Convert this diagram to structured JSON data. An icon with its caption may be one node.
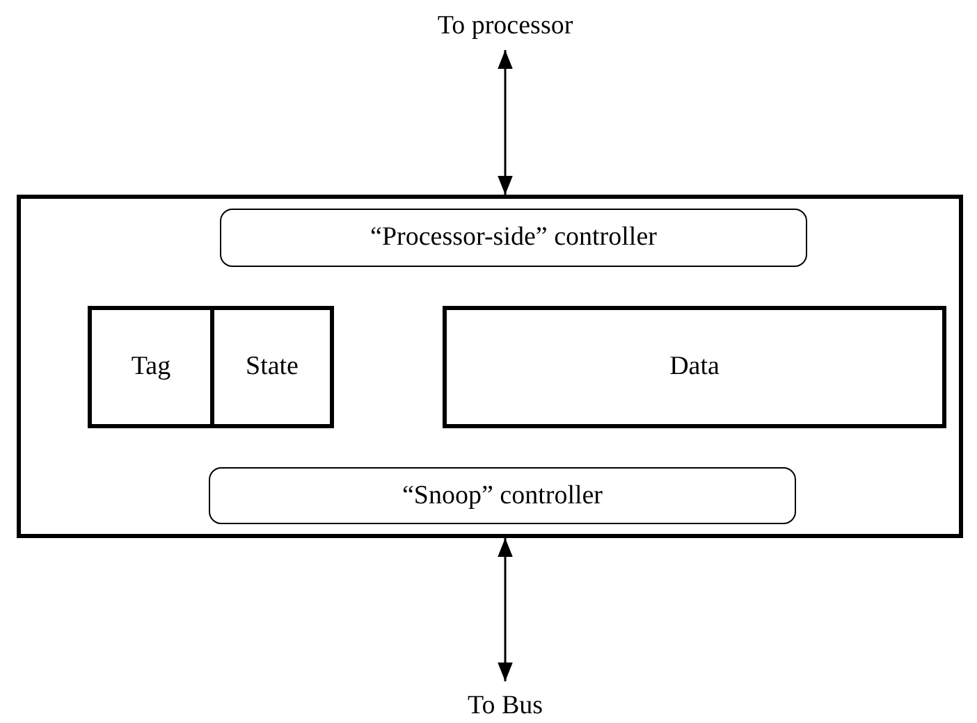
{
  "diagram": {
    "nodes": [
      {
        "text": [
          "To processor"
        ]
      },
      {
        "text": [],
        "shape": "box"
      },
      {
        "text": [
          "“Processor-side” controller"
        ],
        "in": 1
      },
      {
        "text": [
          "Tag"
        ],
        "in": 1
      },
      {
        "text": [
          "State"
        ],
        "in": 1
      },
      {
        "text": [
          "Data"
        ],
        "in": 1
      },
      {
        "text": [
          "“Snoop” controller"
        ],
        "in": 1
      },
      {
        "text": [
          "To Bus"
        ]
      }
    ],
    "edges": [
      {
        "from": 0,
        "to": 1,
        "arrow": "both"
      },
      {
        "from": 1,
        "to": 7,
        "arrow": "both"
      }
    ]
  }
}
